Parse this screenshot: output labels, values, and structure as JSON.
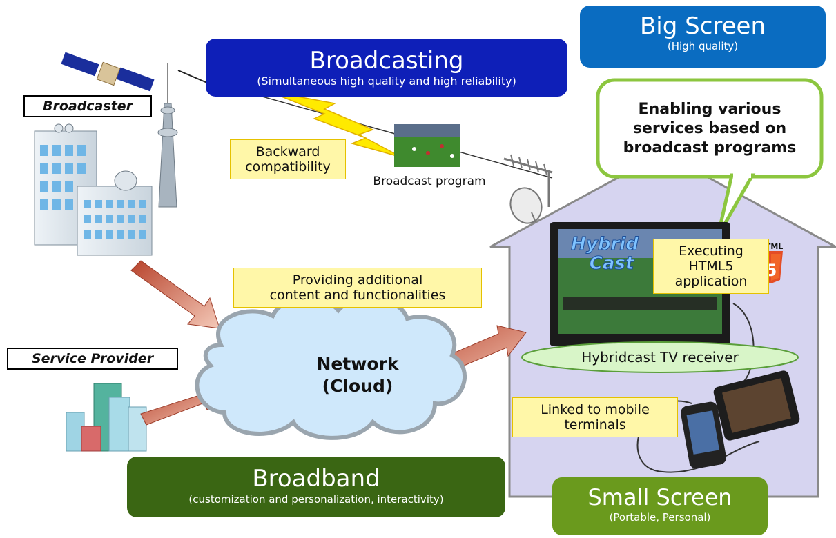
{
  "banners": {
    "broadcasting": {
      "title": "Broadcasting",
      "subtitle": "(Simultaneous high quality and high reliability)",
      "color": "#0e1fb8"
    },
    "big_screen": {
      "title": "Big Screen",
      "subtitle": "(High quality)",
      "color": "#0a6cc1"
    },
    "broadband": {
      "title": "Broadband",
      "subtitle": "(customization and personalization, interactivity)",
      "color": "#3a6613"
    },
    "small_screen": {
      "title": "Small Screen",
      "subtitle": "(Portable, Personal)",
      "color": "#6a9a1d"
    }
  },
  "roles": {
    "broadcaster": "Broadcaster",
    "service_provider": "Service Provider"
  },
  "callout": {
    "line1": "Enabling various",
    "line2": "services based on",
    "line3": "broadcast programs"
  },
  "notes": {
    "backward": {
      "line1": "Backward",
      "line2": "compatibility"
    },
    "broadcast_program": "Broadcast program",
    "additional": {
      "line1": "Providing additional",
      "line2": "content and functionalities"
    },
    "html5": {
      "line1": "Executing",
      "line2": "HTML5",
      "line3": "application"
    },
    "mobile": {
      "line1": "Linked to mobile",
      "line2": "terminals"
    }
  },
  "cloud": {
    "line1": "Network",
    "line2": "(Cloud)"
  },
  "receiver_label": "Hybridcast TV receiver",
  "tv_logo": {
    "line1": "Hybrid",
    "line2": "Cast"
  },
  "html5_badge": {
    "label": "HTML",
    "number": "5"
  },
  "colors": {
    "house_fill": "#d6d4f0",
    "house_stroke": "#8a8a8a",
    "callout_border": "#8cc63f",
    "arrow": "#c8553d",
    "cloud_fill": "#cfe8fb",
    "receiver_fill": "#d8f5c8"
  }
}
